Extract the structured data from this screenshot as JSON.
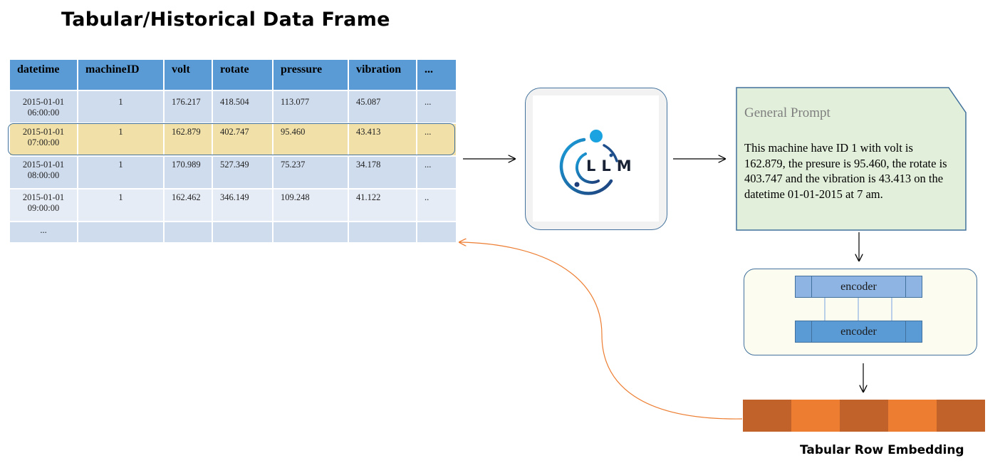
{
  "title": "Tabular/Historical Data Frame",
  "table": {
    "columns": [
      "datetime",
      "machineID",
      "volt",
      "rotate",
      "pressure",
      "vibration",
      "..."
    ],
    "rows": [
      [
        "2015-01-01\n06:00:00",
        "1",
        "176.217",
        "418.504",
        "113.077",
        "45.087",
        "..."
      ],
      [
        "2015-01-01\n07:00:00",
        "1",
        "162.879",
        "402.747",
        "95.460",
        "43.413",
        "..."
      ],
      [
        "2015-01-01\n08:00:00",
        "1",
        "170.989",
        "527.349",
        "75.237",
        "34.178",
        "..."
      ],
      [
        "2015-01-01\n09:00:00",
        "1",
        "162.462",
        "346.149",
        "109.248",
        "41.122",
        ".."
      ],
      [
        "...",
        "",
        "",
        "",
        "",
        "",
        ""
      ]
    ],
    "highlighted_row": 1
  },
  "llm": {
    "label": "LLM"
  },
  "prompt": {
    "heading": "General Prompt",
    "text": "This machine have ID 1 with volt is 162.879, the presure is 95.460, the rotate is 403.747 and the vibration is 43.413 on the datetime 01-01-2015 at 7 am."
  },
  "encoders": {
    "top_label": "encoder",
    "bottom_label": "encoder"
  },
  "embedding": {
    "label": "Tabular Row Embedding",
    "segment_colors": [
      "#c0622a",
      "#ed7d31",
      "#c0622a",
      "#ed7d31",
      "#c0622a"
    ]
  },
  "colors": {
    "header_blue": "#5b9bd5",
    "row_light": "#cfdcee",
    "row_highlight": "#f1e0a8",
    "border": "#41719c",
    "prompt_fill": "#e2efda",
    "feedback_arrow": "#ed7d31"
  }
}
